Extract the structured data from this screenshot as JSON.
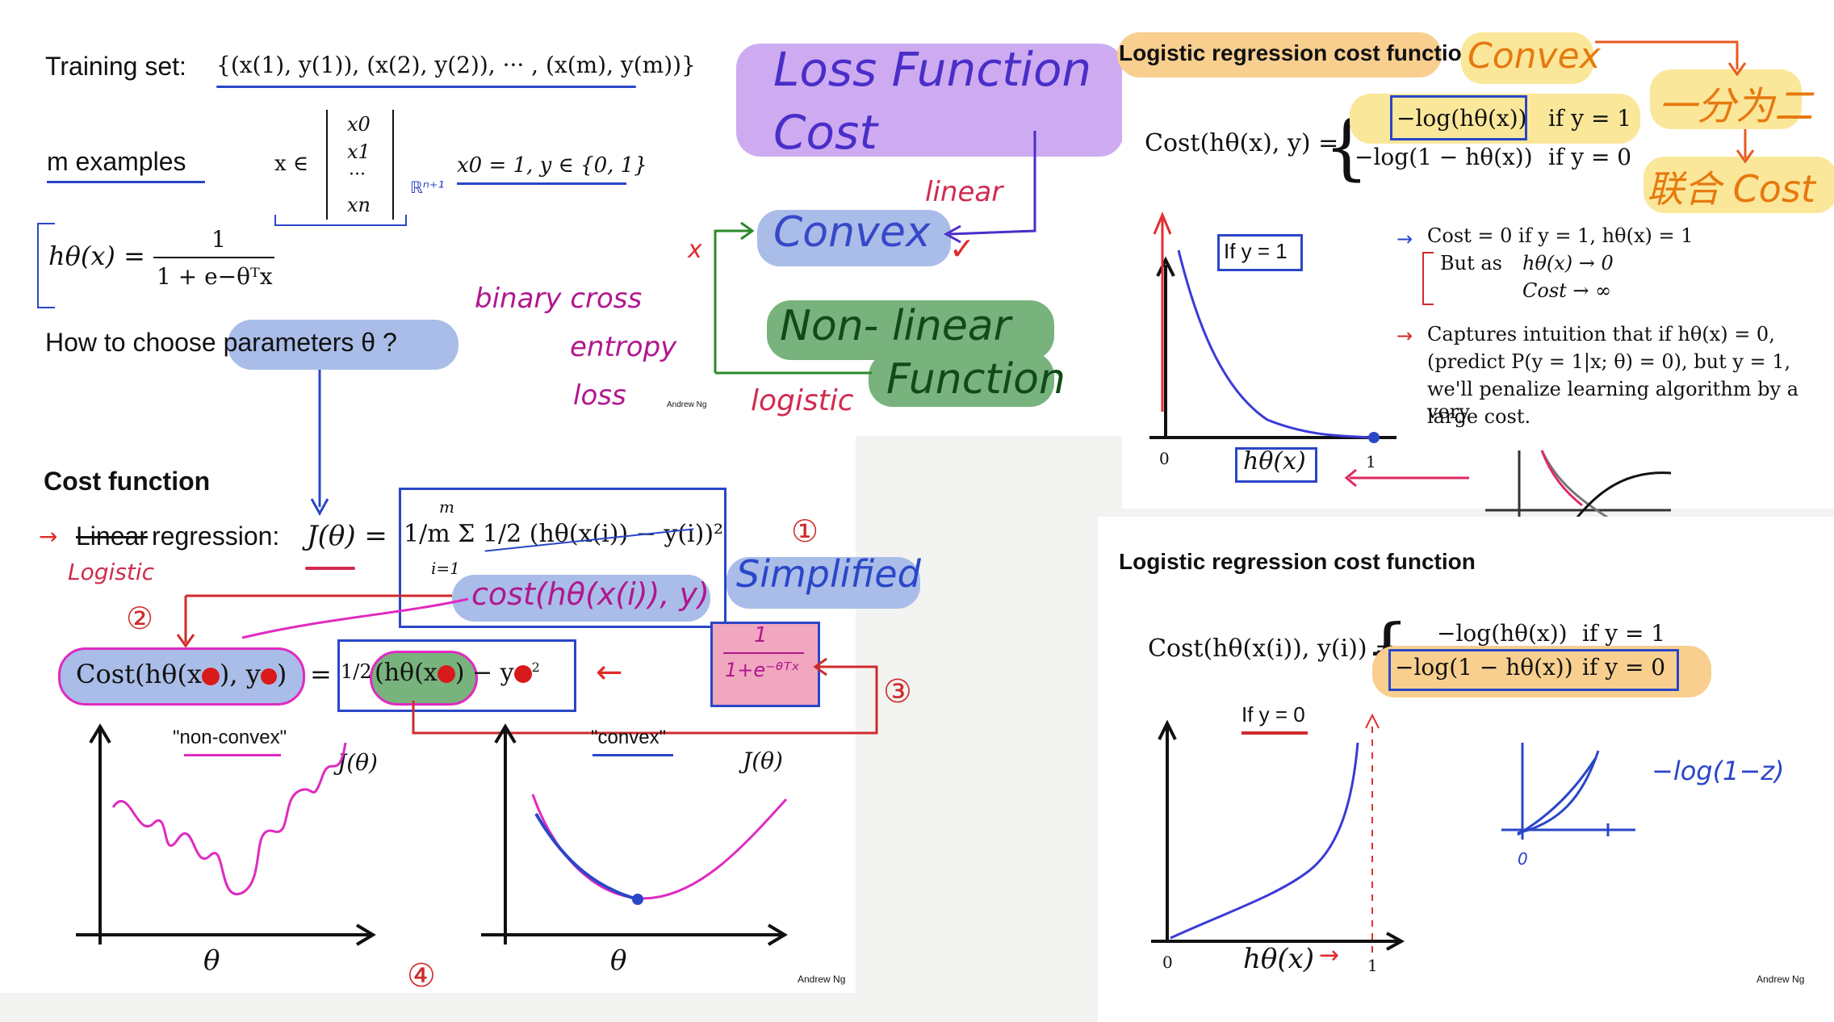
{
  "left": {
    "training_set_label": "Training set:",
    "training_set_expr": "{(x(1), y(1)), (x(2), y(2)), ··· , (x(m), y(m))}",
    "m_examples": "m examples",
    "x_in": "x ∈",
    "vector": [
      "x0",
      "x1",
      "···",
      "xn"
    ],
    "vector_space_note": "ℝⁿ⁺¹",
    "x0_cond": "x0 = 1, y ∈ {0, 1}",
    "hypothesis_lhs": "hθ(x) =",
    "hypothesis_num": "1",
    "hypothesis_den": "1 + e−θᵀx",
    "question": "How to choose parameters θ ?",
    "binary_note": [
      "binary cross",
      "entropy",
      "loss"
    ],
    "credit": "Andrew Ng",
    "loss_box": [
      "Loss  Function",
      "Cost"
    ],
    "linear_note": "linear",
    "convex_label": "Convex",
    "check_mark": "✓",
    "x_mark": "x",
    "nonlinear_label": [
      "Non- linear",
      "Function"
    ],
    "logistic_note": "logistic",
    "cost_function_heading": "Cost function",
    "arrow_note": "→",
    "linear_regression": "Linear regression:",
    "linear_struck": "Linear",
    "regression_word": "regression:",
    "logistic_handwritten": "Logistic",
    "j_theta_expr": "J(θ) =",
    "sum_expr": "1/m Σ 1/2 (hθ(x(i)) − y(i))²",
    "sum_top": "m",
    "sum_bottom": "i=1",
    "cost_handwritten": "cost(hθ(x(i)), y)",
    "simplified_label": "Simplified",
    "circle_1": "①",
    "circle_2": "②",
    "circle_3": "③",
    "circle_4": "④",
    "cost_lhs": "Cost(hθ(x",
    "cost_lhs_y": "), y",
    "cost_lhs_end": ")",
    "half_expr": "1/2",
    "h_expr": "(hθ(x",
    "minus_y": ") − y",
    "square": "2",
    "sigmoid_handwritten": [
      "1",
      "1+e⁻ᶿᵀˣ"
    ],
    "graph1_label": "\"non-convex\"",
    "graph1_j": "J(θ)",
    "graph1_theta": "θ",
    "graph2_label": "\"convex\"",
    "graph2_j": "J(θ)",
    "graph2_theta": "θ",
    "credit2": "Andrew Ng"
  },
  "right_top": {
    "heading": "Logistic regression cost function",
    "convex_label": "Convex",
    "chinese_1": "一分为二",
    "chinese_2": "联合 Cost",
    "cost_lhs": "Cost(hθ(x), y) =",
    "case1_expr": "−log(hθ(x))",
    "case1_cond": "if y = 1",
    "case2_expr": "−log(1 − hθ(x))",
    "case2_cond": "if y = 0",
    "if_y1": "If y = 1",
    "axis_zero": "0",
    "axis_one": "1",
    "axis_label": "hθ(x)",
    "bullet1_line1": "Cost = 0 if y = 1, hθ(x) = 1",
    "bullet1_line2a": "But as",
    "bullet1_line2b": "hθ(x) → 0",
    "bullet1_line3": "Cost → ∞",
    "bullet2_line1": "Captures intuition that if hθ(x) = 0,",
    "bullet2_line2": "(predict P(y = 1|x; θ) = 0), but y = 1,",
    "bullet2_line3": "we'll penalize learning algorithm by a very",
    "bullet2_line4": "large cost."
  },
  "right_bottom": {
    "heading": "Logistic regression cost function",
    "cost_lhs": "Cost(hθ(x(i)), y(i)) =",
    "case1_expr": "−log(hθ(x))",
    "case1_cond": "if y = 1",
    "case2_expr": "−log(1 − hθ(x))",
    "case2_cond": "if y = 0",
    "if_y0": "If y = 0",
    "axis_zero": "0",
    "axis_one": "1",
    "axis_label": "hθ(x)",
    "side_zero": "0",
    "side_note": "−log(1−z)",
    "credit": "Andrew Ng"
  },
  "colors": {
    "purple": "#c9a2f0",
    "blue": "#a9bde8",
    "green": "#78b27c",
    "orange": "#f8cf8f",
    "red_ink": "#cf2b2b",
    "blue_ink": "#2a46c8",
    "magenta_ink": "#e02ac0"
  }
}
